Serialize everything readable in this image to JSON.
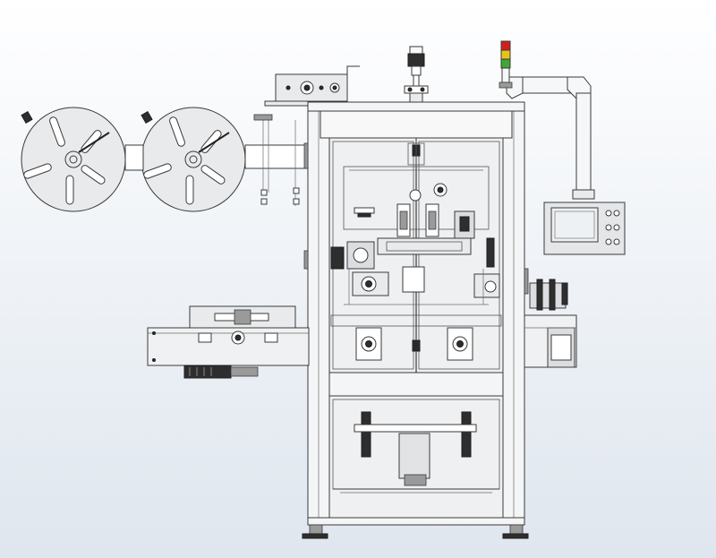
{
  "canvas": {
    "background_top": "#ffffff",
    "background_bottom": "#dfe6ee"
  },
  "colors": {
    "line": "#3a3a3a",
    "panel": "#e9eaec",
    "frame": "#f4f5f6",
    "dark_part": "#2e2e2e",
    "signal_red": "#d0201b",
    "signal_yellow": "#e8c21a",
    "signal_green": "#3fa637",
    "hmi_screen": "#eef1f4"
  },
  "components": {
    "label_reels": {
      "count": 2,
      "spokes_per_reel": 5
    },
    "signal_tower": {
      "lights": [
        "red",
        "yellow",
        "green"
      ]
    },
    "hmi_panel": {
      "buttons": 6
    },
    "main_frame": {
      "doors": 2
    },
    "infeed_conveyor": {
      "direction": "left"
    },
    "outfeed_conveyor": {
      "direction": "right"
    }
  },
  "icons": [
    "label-reel-icon",
    "signal-tower-icon",
    "hmi-panel-icon",
    "motor-icon"
  ]
}
